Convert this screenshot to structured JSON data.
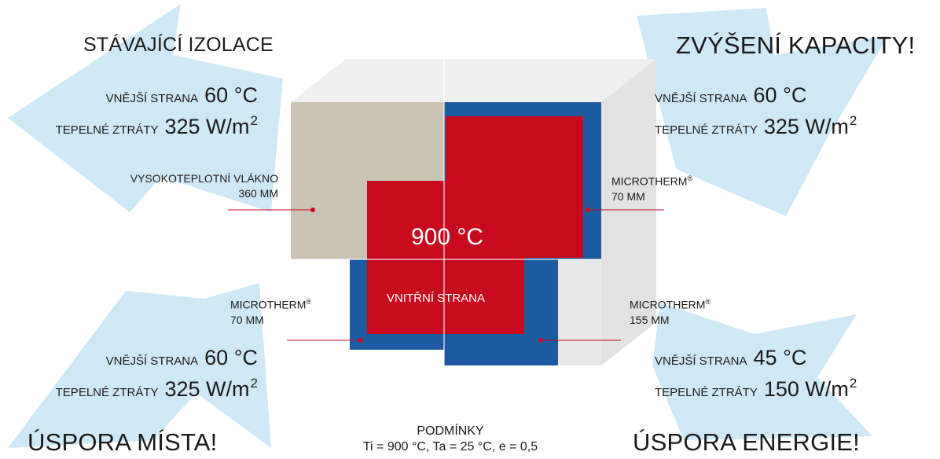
{
  "colors": {
    "arrow": "#cfe8f6",
    "hot_red": "#c80a1e",
    "microtherm_blue": "#1e5aa0",
    "fiber_beige": "#c9c4b4",
    "shell_light": "#ececec",
    "leader_line": "#c80a1e"
  },
  "top_left": {
    "heading": "STÁVAJÍCÍ IZOLACE",
    "outer_label": "VNĚJŠÍ STRANA",
    "outer_value": "60 °C",
    "loss_label": "TEPELNÉ ZTRÁTY",
    "loss_value": "325 W/m",
    "loss_exp": "2"
  },
  "top_right": {
    "heading": "ZVÝŠENÍ KAPACITY!",
    "outer_label": "VNĚJŠÍ STRANA",
    "outer_value": "60 °C",
    "loss_label": "TEPELNÉ ZTRÁTY",
    "loss_value": "325 W/m",
    "loss_exp": "2"
  },
  "bottom_left": {
    "heading": "ÚSPORA MÍSTA!",
    "outer_label": "VNĚJŠÍ STRANA",
    "outer_value": "60 °C",
    "loss_label": "TEPELNÉ ZTRÁTY",
    "loss_value": "325 W/m",
    "loss_exp": "2"
  },
  "bottom_right": {
    "heading": "ÚSPORA ENERGIE!",
    "outer_label": "VNĚJŠÍ STRANA",
    "outer_value": "45 °C",
    "loss_label": "TEPELNÉ ZTRÁTY",
    "loss_value": "150 W/m",
    "loss_exp": "2"
  },
  "materials": {
    "fiber_name": "VYSOKOTEPLOTNÍ VLÁKNO",
    "fiber_thickness": "360 MM",
    "mt_right_name": "MICROTHERM",
    "mt_right_thickness": "70 MM",
    "mt_left_name": "MICROTHERM",
    "mt_left_thickness": "70 MM",
    "mt_bottom_right_name": "MICROTHERM",
    "mt_bottom_right_thickness": "155 MM",
    "registered_mark": "®"
  },
  "center": {
    "temperature": "900 °C",
    "inner_label": "VNITŘNÍ STRANA"
  },
  "conditions": {
    "title": "PODMÍNKY",
    "text": "Ti = 900 °C, Ta = 25 °C, e = 0,5"
  }
}
